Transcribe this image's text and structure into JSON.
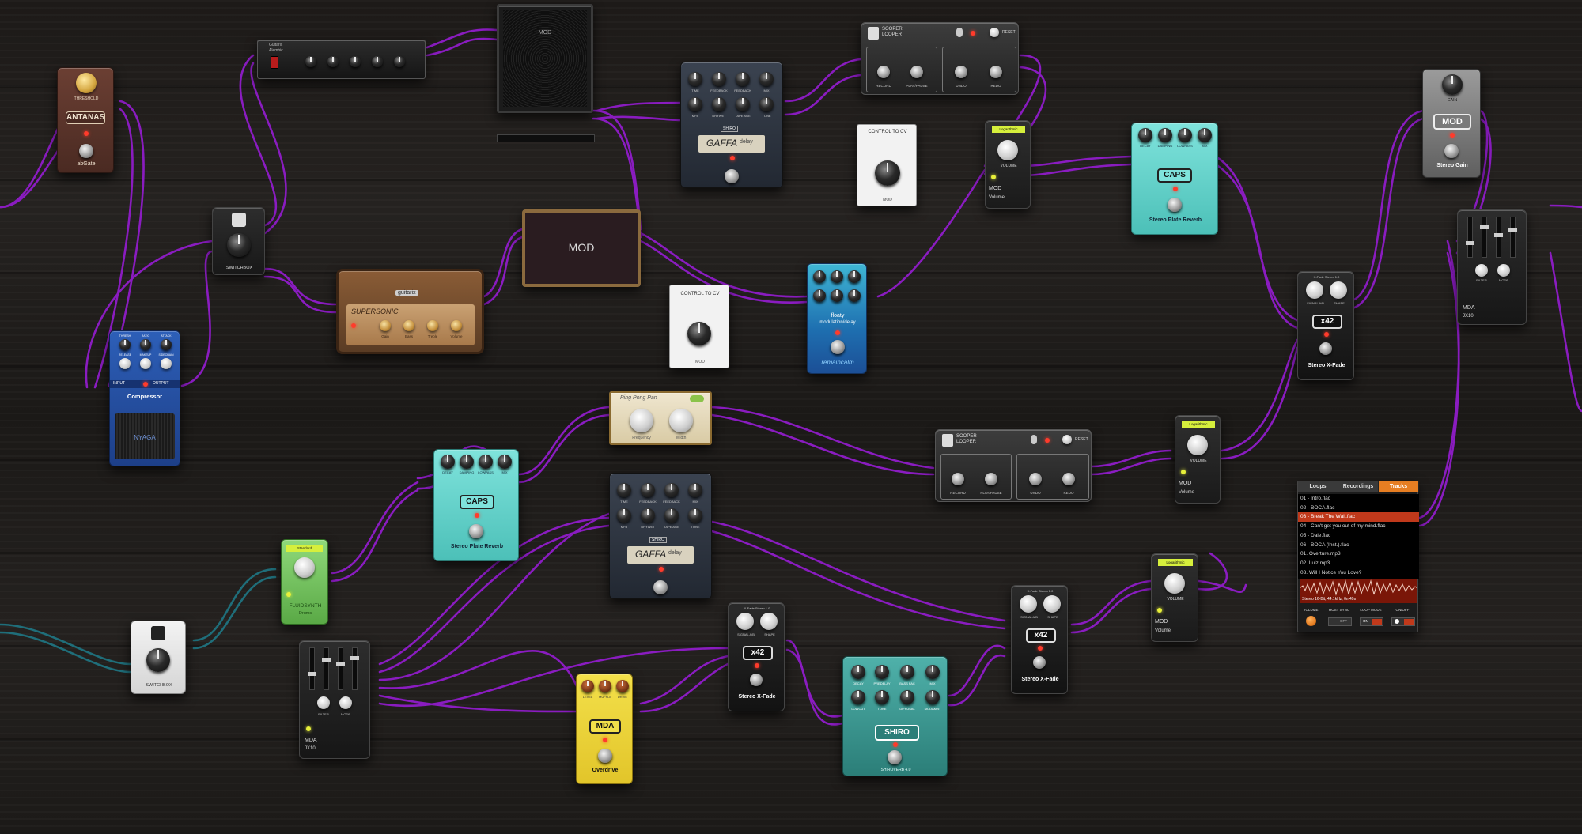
{
  "board": {
    "antanas_gate": {
      "knob_label": "THRESHOLD",
      "badge": "ANTANAS",
      "name": "abGate"
    },
    "guitarix_amp_head": {
      "brand": "Guitarix",
      "model": "Alembic"
    },
    "mod_cabinet_top": {
      "logo": "MOD"
    },
    "shiro_gaffa_delay_1": {
      "brand": "SHIRO",
      "model": "GAFFA",
      "suffix": "delay",
      "knob_labels_top": [
        "TIME",
        "FEEDBACK",
        "FEEDBACK",
        "MIX"
      ],
      "knob_labels_bottom": [
        "MFB",
        "DRYWET",
        "TAPE AGE",
        "TONE"
      ]
    },
    "looper_top": {
      "title_line1": "SOOPER",
      "title_line2": "LOOPER",
      "reset": "RESET",
      "labels": [
        "RECORD",
        "PLAY/PAUSE",
        "UNDO",
        "REDO"
      ]
    },
    "control_to_cv_1": {
      "title": "CONTROL TO CV",
      "logo": "MOD"
    },
    "volume_1": {
      "display": "Logarithmic",
      "knob_label": "VOLUME",
      "brand": "MOD",
      "name": "Volume"
    },
    "caps_reverb_top": {
      "knob_labels": [
        "DECAY",
        "DAMPING",
        "LOWPASS",
        "MIX"
      ],
      "badge": "CAPS",
      "name": "Stereo Plate Reverb"
    },
    "mod_stereo_gain": {
      "knob_label": "GAIN",
      "badge": "MOD",
      "name": "Stereo Gain"
    },
    "switchbox_1": {
      "name": "SWITCHBOX"
    },
    "guitarix_supersonic": {
      "brand": "guitarix",
      "model": "SUPERSONIC",
      "knob_labels": [
        "Gain",
        "Bass",
        "Treble",
        "Volume"
      ]
    },
    "mod_cabinet_mid": {
      "logo": "MOD"
    },
    "control_to_cv_2": {
      "title": "CONTROL TO CV",
      "logo": "MOD"
    },
    "floaty_delay": {
      "model": "floaty",
      "suffix": "modulation/delay",
      "brand": "remaincalm"
    },
    "stereo_xfade_right": {
      "header": "X-Fade Stereo 1.0",
      "knob_labels": [
        "SIGNAL A/B",
        "SHAPE"
      ],
      "badge": "x42",
      "name": "Stereo X-Fade"
    },
    "mda_jx10_right": {
      "brand": "MDA",
      "name": "JX10",
      "labels": [
        "FILTER",
        "MODE"
      ]
    },
    "nyaga_compressor": {
      "knob_labels_top": [
        "THRESH",
        "RATIO",
        "ATTACK"
      ],
      "knob_labels_bottom": [
        "RELEASE",
        "MAKEUP",
        "SIDECHAIN"
      ],
      "input": "INPUT",
      "output": "OUTPUT",
      "name": "Compressor",
      "brand": "NYAGA"
    },
    "ping_pong_pan": {
      "title": "Ping Pong Pan",
      "knob_labels": [
        "Frequency",
        "Width"
      ]
    },
    "looper_bottom": {
      "title_line1": "SOOPER",
      "title_line2": "LOOPER",
      "reset": "RESET",
      "labels": [
        "RECORD",
        "PLAY/PAUSE",
        "UNDO",
        "REDO"
      ]
    },
    "volume_2": {
      "display": "Logarithmic",
      "knob_label": "VOLUME",
      "brand": "MOD",
      "name": "Volume"
    },
    "caps_reverb_bottom": {
      "knob_labels": [
        "DECAY",
        "DAMPING",
        "LOWPASS",
        "MIX"
      ],
      "badge": "CAPS",
      "name": "Stereo Plate Reverb"
    },
    "shiro_gaffa_delay_2": {
      "brand": "SHIRO",
      "model": "GAFFA",
      "suffix": "delay",
      "knob_labels_top": [
        "TIME",
        "FEEDBACK",
        "FEEDBACK",
        "MIX"
      ],
      "knob_labels_bottom": [
        "MFB",
        "DRYWET",
        "TAPE AGE",
        "TONE"
      ]
    },
    "fluidsynth": {
      "display": "Standard",
      "name": "FLUIDSYNTH",
      "sub": "Drums"
    },
    "switchbox_2": {
      "name": "SWITCHBOX"
    },
    "mda_jx10_left": {
      "brand": "MDA",
      "name": "JX10",
      "labels": [
        "FILTER",
        "MODE"
      ]
    },
    "mda_overdrive": {
      "knob_labels": [
        "LEVEL",
        "MUFFLE",
        "DRIVE"
      ],
      "badge": "MDA",
      "name": "Overdrive"
    },
    "stereo_xfade_mid": {
      "header": "X-Fade Stereo 1.0",
      "knob_labels": [
        "SIGNAL A/B",
        "SHAPE"
      ],
      "badge": "x42",
      "name": "Stereo X-Fade"
    },
    "shiro_shiroverb": {
      "knob_labels_top": [
        "DECAY",
        "PREDELAY",
        "BASS FAC",
        "MIX"
      ],
      "knob_labels_bottom": [
        "LOWCUT",
        "TONE",
        "DIFFUSAL",
        "MODAMNT"
      ],
      "badge": "SHIRO",
      "name": "SHIROVERB 4.0"
    },
    "stereo_xfade_bottom": {
      "header": "X-Fade Stereo 1.0",
      "knob_labels": [
        "SIGNAL A/B",
        "SHAPE"
      ],
      "badge": "x42",
      "name": "Stereo X-Fade"
    },
    "volume_3": {
      "display": "Logarithmic",
      "knob_label": "VOLUME",
      "brand": "MOD",
      "name": "Volume"
    },
    "player": {
      "tabs": [
        "Loops",
        "Recordings",
        "Tracks"
      ],
      "active_tab": "Tracks",
      "tracks": [
        "01 - Intro.flac",
        "02 - BOCA.flac",
        "03 - Break The Wall.flac",
        "04 - Can't get you out of my mind.flac",
        "05 - Dale.flac",
        "06 - BOCA (Inst.).flac",
        "01. Overture.mp3",
        "02. Luiz.mp3",
        "03. Will I Notice You Love?"
      ],
      "selected_track": "03 - Break The Wall.flac",
      "waveform_info": "Stereo 16-Bit, 44.1kHz, 0m49s",
      "controls": [
        "VOLUME",
        "HOST SYNC",
        "LOOP MODE",
        "ON/OFF"
      ],
      "host_sync": "OFF",
      "loop_mode": "ON"
    }
  }
}
